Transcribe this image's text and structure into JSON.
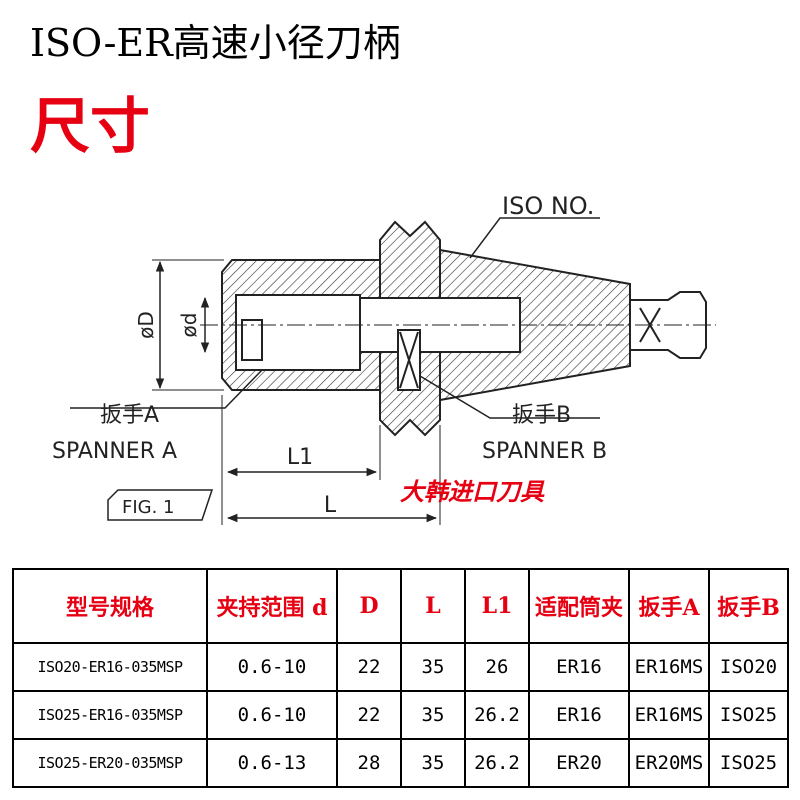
{
  "header": {
    "title": "ISO-ER高速小径刀柄",
    "subtitle": "尺寸"
  },
  "drawing": {
    "iso_no_label": "ISO NO.",
    "spanner_a_cn": "扳手A",
    "spanner_a_en": "SPANNER A",
    "spanner_b_cn": "扳手B",
    "spanner_b_en": "SPANNER B",
    "dim_D": "øD",
    "dim_d": "ød",
    "dim_L1": "L1",
    "dim_L": "L",
    "fig_label": "FIG. 1"
  },
  "watermark": "大韩进口刀具",
  "colors": {
    "title": "#000000",
    "subtitle": "#e60012",
    "table_header": "#e60012",
    "watermark": "#e60012",
    "line": "#222222"
  },
  "table": {
    "headers": [
      "型号规格",
      "夹持范围 d",
      "D",
      "L",
      "L1",
      "适配筒夹",
      "扳手A",
      "扳手B"
    ],
    "rows": [
      [
        "ISO20-ER16-035MSP",
        "0.6-10",
        "22",
        "35",
        "26",
        "ER16",
        "ER16MS",
        "ISO20"
      ],
      [
        "ISO25-ER16-035MSP",
        "0.6-10",
        "22",
        "35",
        "26.2",
        "ER16",
        "ER16MS",
        "ISO25"
      ],
      [
        "ISO25-ER20-035MSP",
        "0.6-13",
        "28",
        "35",
        "26.2",
        "ER20",
        "ER20MS",
        "ISO25"
      ]
    ]
  }
}
